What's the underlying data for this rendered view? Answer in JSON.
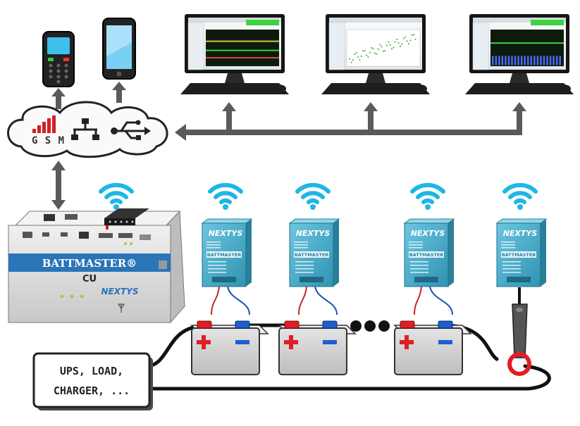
{
  "cloud": {
    "gsm_label": "GSM"
  },
  "controller": {
    "name": "BATTMASTER®",
    "model": "CU",
    "brand": "NEXTYS"
  },
  "modules": [
    {
      "brand": "NEXTYS",
      "name": "BATTMASTER"
    },
    {
      "brand": "NEXTYS",
      "name": "BATTMASTER"
    },
    {
      "brand": "NEXTYS",
      "name": "BATTMASTER"
    },
    {
      "brand": "NEXTYS",
      "name": "BATTMASTER"
    }
  ],
  "load_box": {
    "line1": "UPS, LOAD,",
    "line2": "CHARGER, ..."
  },
  "colors": {
    "wifi": "#1fb6e6",
    "module": "#3fa9c9",
    "controller_band": "#2a74b8",
    "plus": "#e01e25",
    "minus": "#1b5fd1",
    "arrow": "#5a5a5a"
  }
}
